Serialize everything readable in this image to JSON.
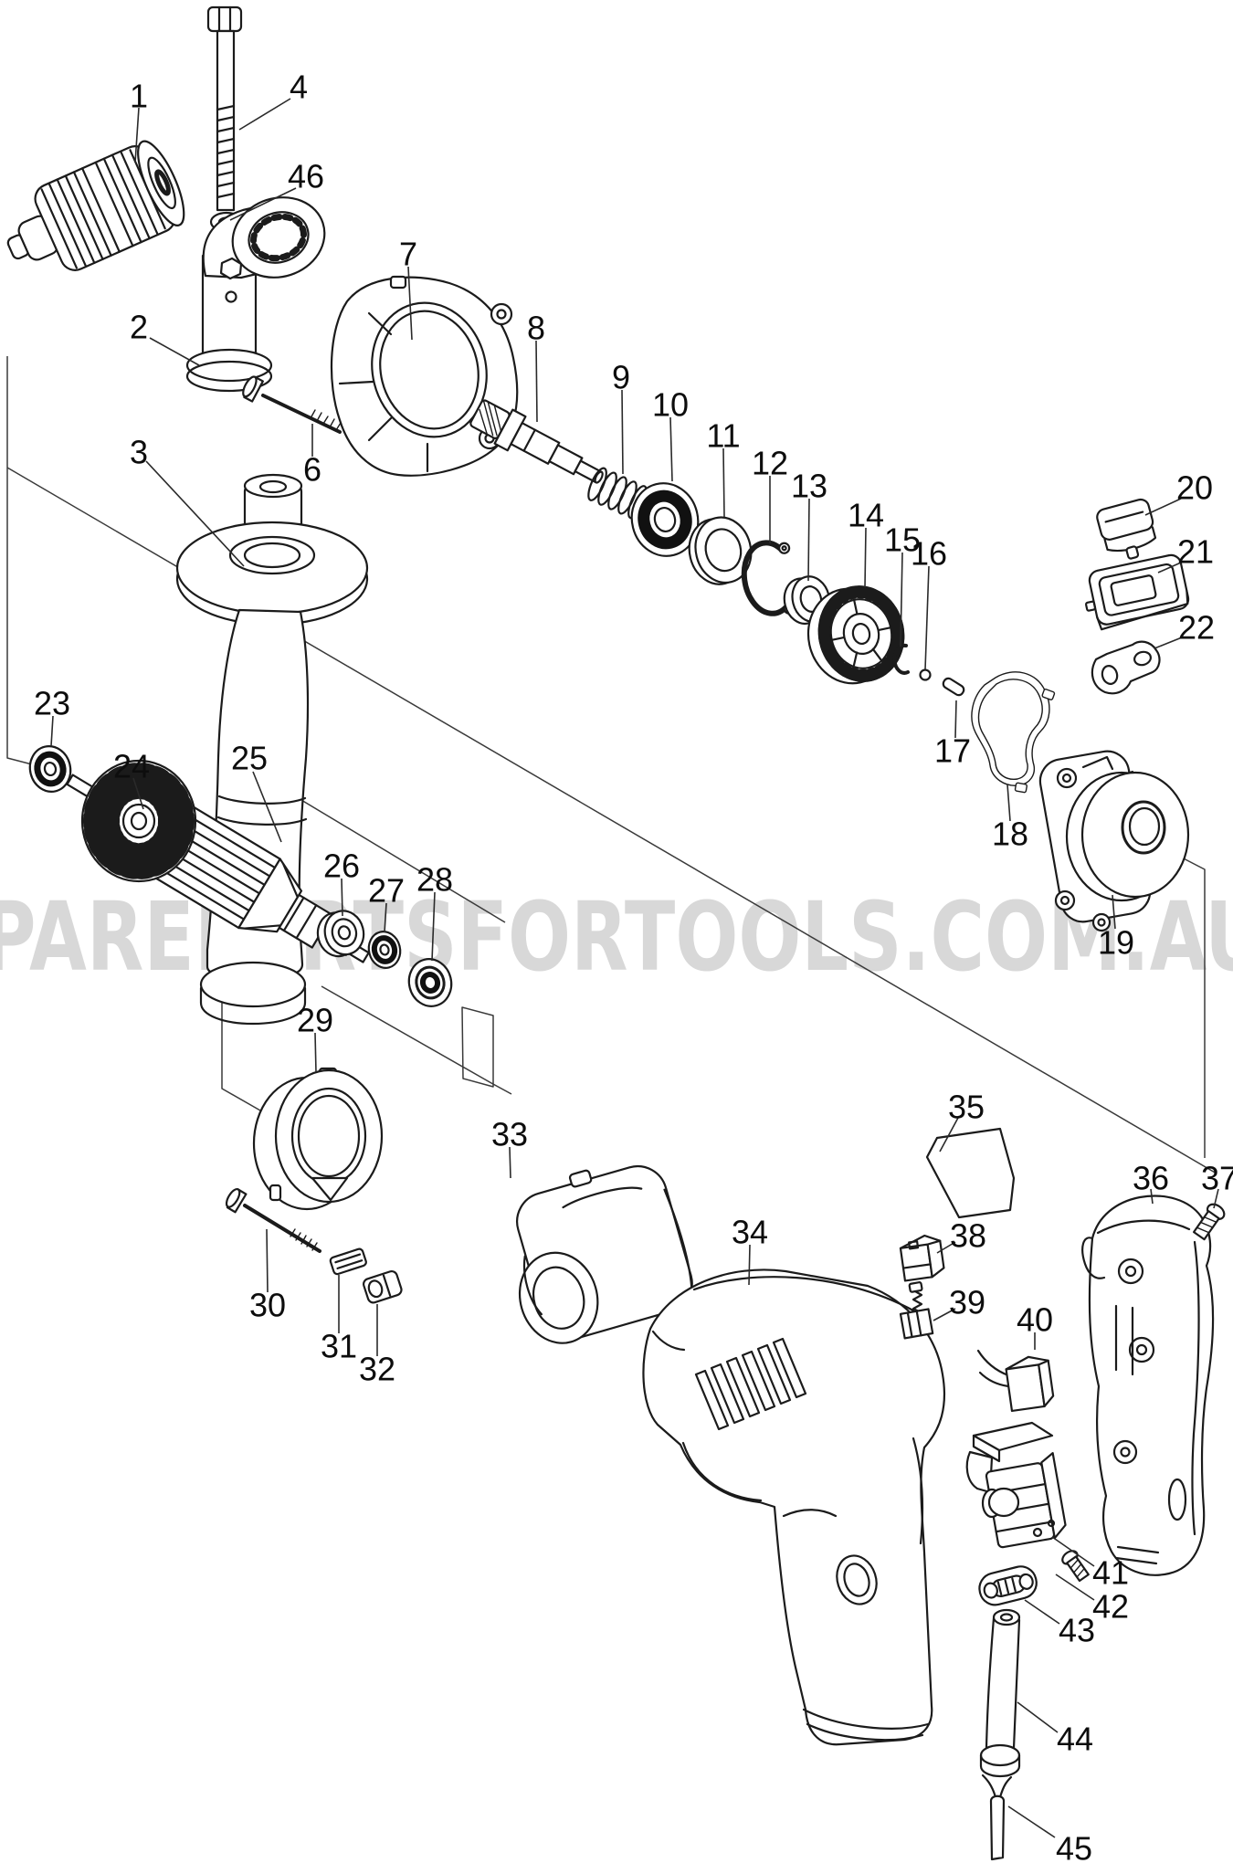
{
  "page": {
    "background": "#ffffff",
    "line_color": "#1b1b1b",
    "label_color": "#0d0d0d"
  },
  "watermark": {
    "text": "PAREPARTSFORTOOLS.COM.AU",
    "color": "#d8d8d8"
  },
  "labels": {
    "p1": "1",
    "p2": "2",
    "p3": "3",
    "p4": "4",
    "p6": "6",
    "p7": "7",
    "p8": "8",
    "p9": "9",
    "p10": "10",
    "p11": "11",
    "p12": "12",
    "p13": "13",
    "p14": "14",
    "p15": "15",
    "p16": "16",
    "p17": "17",
    "p18": "18",
    "p19": "19",
    "p20": "20",
    "p21": "21",
    "p22": "22",
    "p23": "23",
    "p24": "24",
    "p25": "25",
    "p26": "26",
    "p27": "27",
    "p28": "28",
    "p29": "29",
    "p30": "30",
    "p31": "31",
    "p32": "32",
    "p33": "33",
    "p34": "34",
    "p35": "35",
    "p36": "36",
    "p37": "37",
    "p38": "38",
    "p39": "39",
    "p40": "40",
    "p41": "41",
    "p42": "42",
    "p43": "43",
    "p44": "44",
    "p45": "45",
    "p46": "46"
  }
}
